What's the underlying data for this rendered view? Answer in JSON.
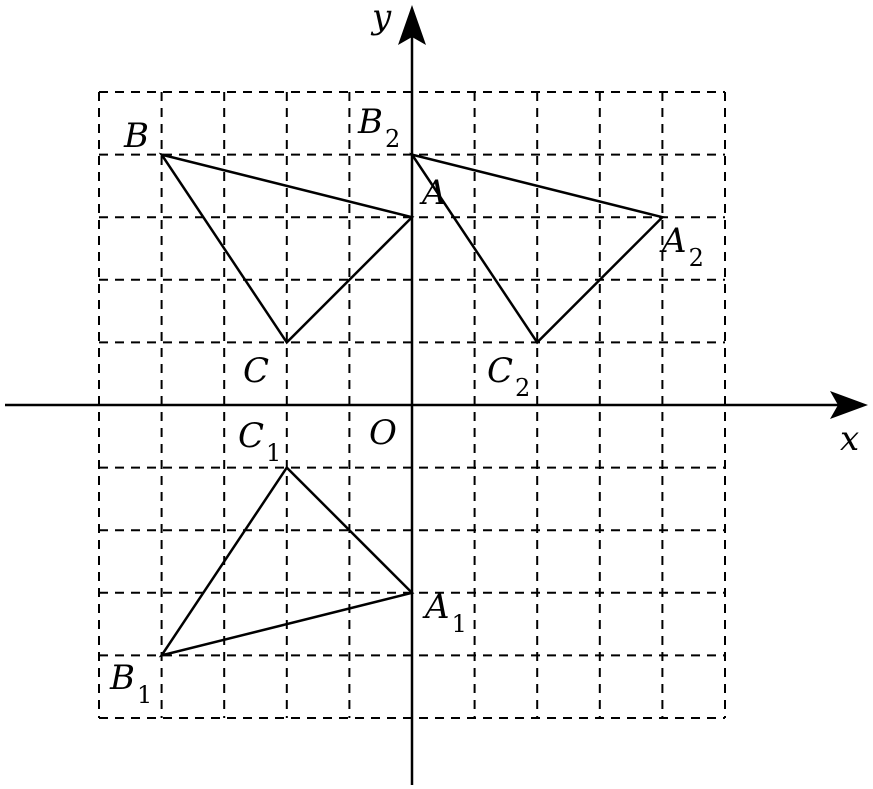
{
  "axes": {
    "x_label": "x",
    "y_label": "y",
    "origin_label": "O"
  },
  "grid": {
    "x_range": [
      -5,
      5
    ],
    "y_range": [
      -5,
      5
    ],
    "step": 1,
    "style": "dashed"
  },
  "triangles": [
    {
      "id": "ABC",
      "vertices": [
        {
          "name": "A",
          "sub": "",
          "x": 0,
          "y": 3
        },
        {
          "name": "B",
          "sub": "",
          "x": -4,
          "y": 4
        },
        {
          "name": "C",
          "sub": "",
          "x": -2,
          "y": 1
        }
      ]
    },
    {
      "id": "A1B1C1",
      "vertices": [
        {
          "name": "A",
          "sub": "1",
          "x": 0,
          "y": -3
        },
        {
          "name": "B",
          "sub": "1",
          "x": -4,
          "y": -4
        },
        {
          "name": "C",
          "sub": "1",
          "x": -2,
          "y": -1
        }
      ]
    },
    {
      "id": "A2B2C2",
      "vertices": [
        {
          "name": "A",
          "sub": "2",
          "x": 4,
          "y": 3
        },
        {
          "name": "B",
          "sub": "2",
          "x": 0,
          "y": 4
        },
        {
          "name": "C",
          "sub": "2",
          "x": 2,
          "y": 1
        }
      ]
    }
  ]
}
